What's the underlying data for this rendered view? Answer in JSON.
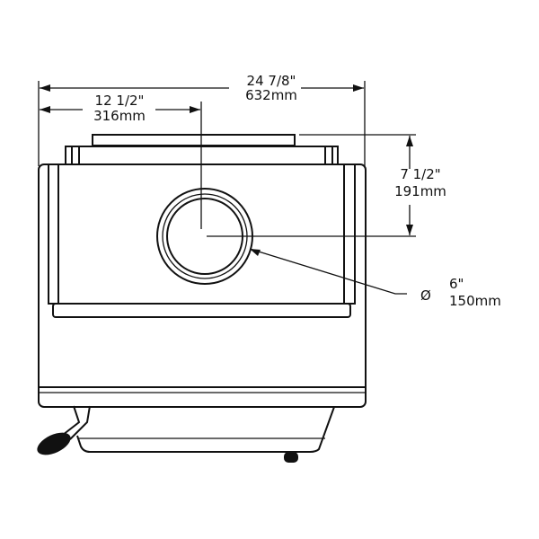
{
  "dimensions": {
    "overall_width": {
      "imperial": "24 7/8\"",
      "metric": "632mm"
    },
    "center_offset": {
      "imperial": "12 1/2\"",
      "metric": "316mm"
    },
    "flue_height": {
      "imperial": "7 1/2\"",
      "metric": "191mm"
    },
    "flue_diameter": {
      "symbol": "Ø",
      "imperial": "6\"",
      "metric": "150mm"
    }
  }
}
